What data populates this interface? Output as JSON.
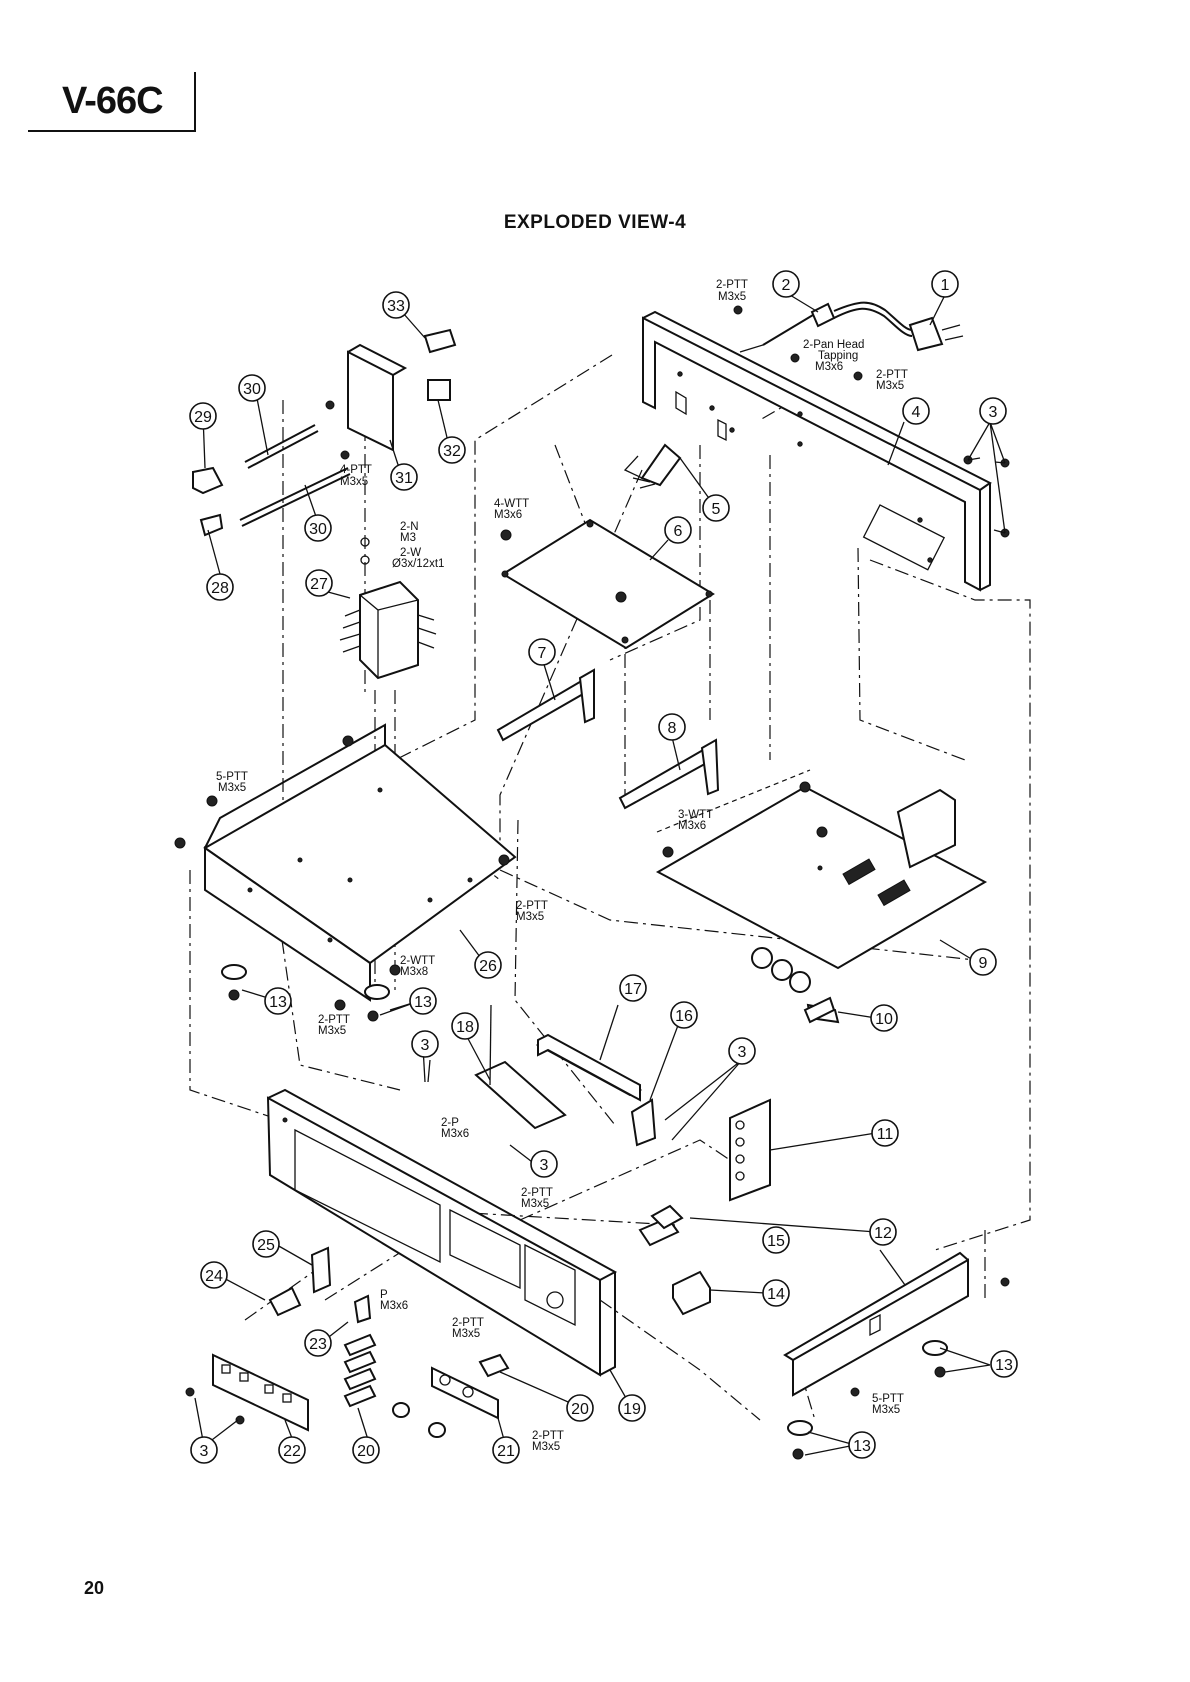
{
  "header": {
    "model": "V-66C"
  },
  "title": "EXPLODED VIEW-4",
  "page_number": "20",
  "callouts": [
    "1",
    "2",
    "3",
    "4",
    "5",
    "6",
    "7",
    "8",
    "9",
    "10",
    "11",
    "12",
    "13",
    "14",
    "15",
    "16",
    "17",
    "18",
    "19",
    "20",
    "21",
    "22",
    "23",
    "24",
    "25",
    "26",
    "27",
    "28",
    "29",
    "30",
    "31",
    "32",
    "33"
  ],
  "specs": {
    "s_top_ptt": [
      "2-PTT",
      "M3x5"
    ],
    "s_panhead": [
      "2-Pan Head",
      "Tapping",
      "M3x6"
    ],
    "s_right_ptt": [
      "2-PTT",
      "M3x5"
    ],
    "s_4ptt": [
      "4-PTT",
      "M3x5"
    ],
    "s_nut": [
      "2-N",
      "M3"
    ],
    "s_washer": [
      "2-W",
      "Ø3x/12xt1"
    ],
    "s_4wtt": [
      "4-WTT",
      "M3x6"
    ],
    "s_5ptt": [
      "5-PTT",
      "M3x5"
    ],
    "s_3wtt": [
      "3-WTT",
      "M3x6"
    ],
    "s_2ptt_a": [
      "2-PTT",
      "M3x5"
    ],
    "s_2wtt": [
      "2-WTT",
      "M3x8"
    ],
    "s_2ptt_b": [
      "2-PTT",
      "M3x5"
    ],
    "s_2p": [
      "2-P",
      "M3x6"
    ],
    "s_2ptt_c": [
      "2-PTT",
      "M3x5"
    ],
    "s_p": [
      "P",
      "M3x6"
    ],
    "s_2ptt_d": [
      "2-PTT",
      "M3x5"
    ],
    "s_2ptt_e": [
      "2-PTT",
      "M3x5"
    ],
    "s_5ptt_b": [
      "5-PTT",
      "M3x5"
    ]
  }
}
